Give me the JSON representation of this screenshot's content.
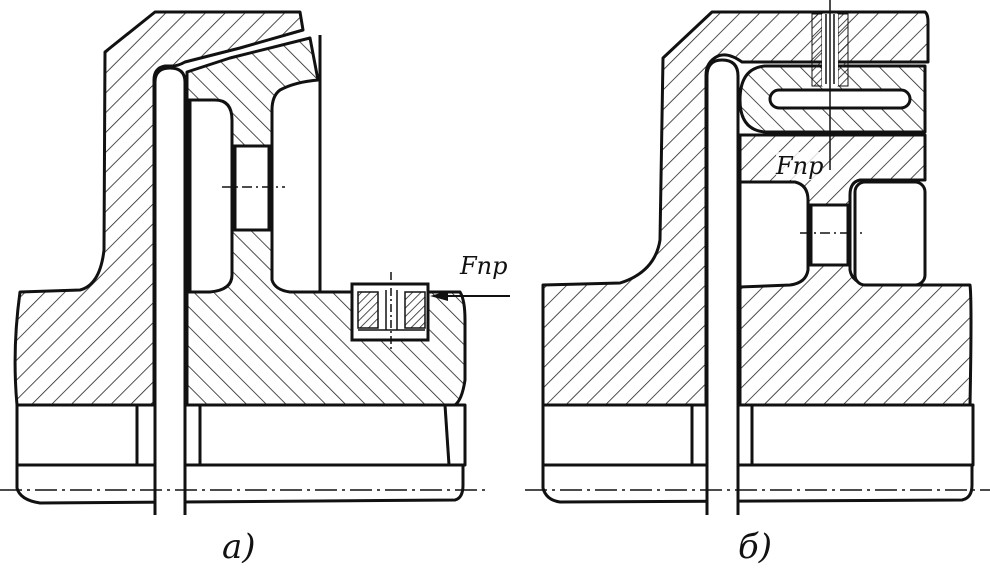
{
  "figure": {
    "force_label": "Fпр",
    "caption_a": "а)",
    "caption_b": "б)"
  }
}
